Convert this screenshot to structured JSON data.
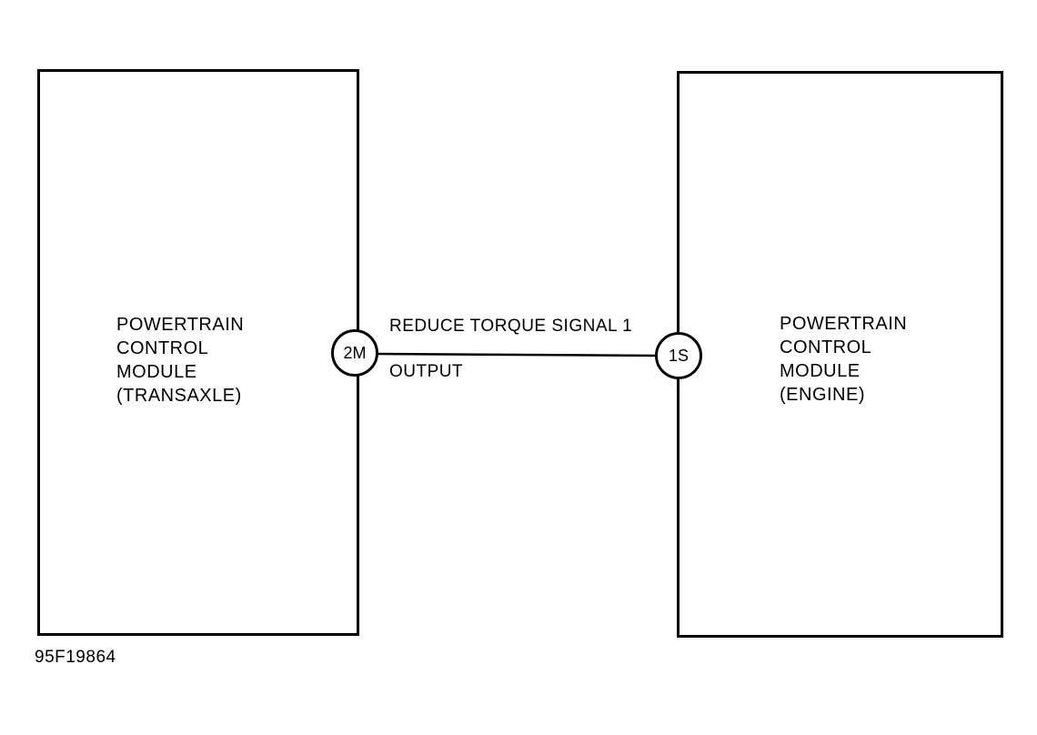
{
  "modules": {
    "left": {
      "lines": [
        "POWERTRAIN",
        "CONTROL",
        "MODULE",
        "(TRANSAXLE)"
      ]
    },
    "right": {
      "lines": [
        "POWERTRAIN",
        "CONTROL",
        "MODULE",
        "(ENGINE)"
      ]
    }
  },
  "pins": {
    "left": "2M",
    "right": "1S"
  },
  "signal": {
    "name": "REDUCE TORQUE SIGNAL 1",
    "direction": "OUTPUT"
  },
  "figure_id": "95F19864"
}
